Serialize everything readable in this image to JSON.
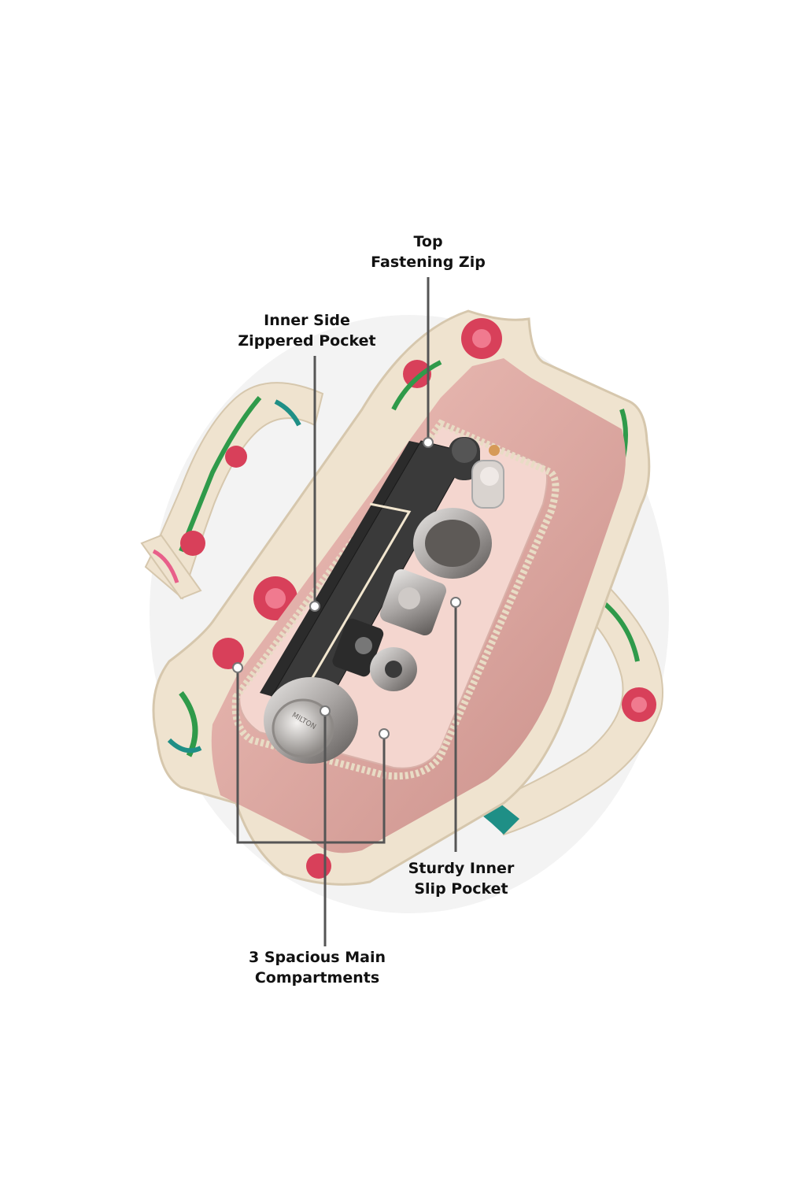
{
  "labels": {
    "top_zip": {
      "line1": "Top",
      "line2": "Fastening Zip"
    },
    "side_pocket": {
      "line1": "Inner Side",
      "line2": "Zippered Pocket"
    },
    "slip_pocket": {
      "line1": "Sturdy Inner",
      "line2": "Slip Pocket"
    },
    "compartments": {
      "line1": "3 Spacious Main",
      "line2": "Compartments"
    }
  },
  "product": {
    "bottle_brand": "MILTON"
  },
  "colors": {
    "background": "#ffffff",
    "bag_body": "#efe3cf",
    "lining": "#e2aba4",
    "lining_dark": "#c98e88",
    "print_red": "#d8405a",
    "print_green": "#2f9a4a",
    "print_teal": "#1f8f86",
    "callout_line": "#555555",
    "label_text": "#111111"
  }
}
